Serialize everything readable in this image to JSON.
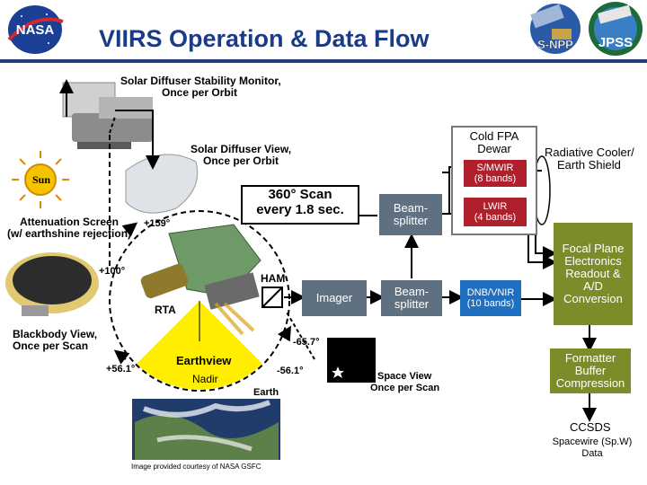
{
  "header": {
    "title": "VIIRS Operation & Data Flow",
    "logo_left": "NASA",
    "logo_right_1": "S-NPP",
    "logo_right_2": "JPSS"
  },
  "labels": {
    "sdsm": "Solar Diffuser Stability Monitor,",
    "sdsm_sub": "Once per Orbit",
    "sd_view": "Solar Diffuser View,",
    "sd_view_sub": "Once per Orbit",
    "sun": "Sun",
    "attenuation": "Attenuation Screen",
    "attenuation_sub": "(w/ earthshine rejection)",
    "scan_line1": "360° Scan",
    "scan_line2": "every 1.8 sec.",
    "angle_159": "+159°",
    "angle_100": "+100°",
    "ham": "HAM",
    "rta": "RTA",
    "blackbody": "Blackbody View,",
    "blackbody_sub": "Once per Scan",
    "angle_657": "-65.7°",
    "angle_561p": "+56.1°",
    "angle_561n": "-56.1°",
    "earthview": "Earthview",
    "nadir": "Nadir",
    "earth": "Earth",
    "space_view": "Space View",
    "space_view_sub": "Once per Scan",
    "image_credit": "Image provided courtesy of NASA GSFC"
  },
  "boxes": {
    "cold_fpa_1": "Cold FPA",
    "cold_fpa_2": "Dewar",
    "smwir_1": "S/MWIR",
    "smwir_2": "(8 bands)",
    "lwir_1": "LWIR",
    "lwir_2": "(4 bands)",
    "radiative_1": "Radiative Cooler/",
    "radiative_2": "Earth Shield",
    "beam1_1": "Beam-",
    "beam1_2": "splitter",
    "beam2_1": "Beam-",
    "beam2_2": "splitter",
    "imager": "Imager",
    "dnb_1": "DNB/VNIR",
    "dnb_2": "(10 bands)",
    "fpe_1": "Focal Plane",
    "fpe_2": "Electronics",
    "fpe_3": "Readout &",
    "fpe_4": "A/D",
    "fpe_5": "Conversion",
    "fmt_1": "Formatter",
    "fmt_2": "Buffer",
    "fmt_3": "Compression",
    "ccsds": "CCSDS",
    "spacewire_1": "Spacewire (Sp.W)",
    "spacewire_2": "Data"
  },
  "colors": {
    "title": "#1a3a8a",
    "gray_box": "#5f7180",
    "olive_box": "#7c8c28",
    "blue_box": "#1e6fbf",
    "red_box": "#b0202c",
    "earthview": "#ffee00"
  }
}
